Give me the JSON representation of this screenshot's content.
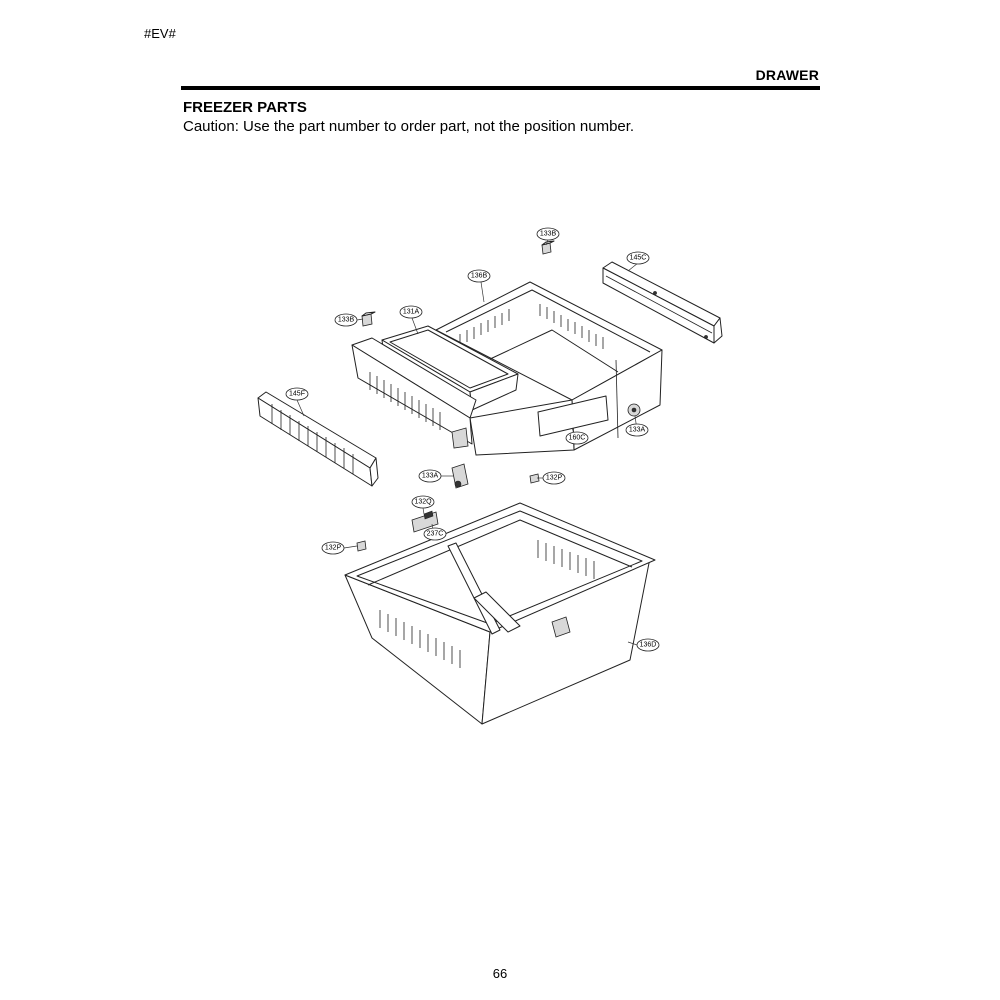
{
  "header": {
    "doc_code": "#EV#",
    "section_title": "DRAWER"
  },
  "content": {
    "heading": "FREEZER PARTS",
    "caution": "Caution: Use the part number to order part, not the position number."
  },
  "diagram": {
    "callouts": [
      {
        "label": "133B"
      },
      {
        "label": "145C"
      },
      {
        "label": "136B"
      },
      {
        "label": "131A"
      },
      {
        "label": "133B"
      },
      {
        "label": "145F"
      },
      {
        "label": "160C"
      },
      {
        "label": "133A"
      },
      {
        "label": "133A"
      },
      {
        "label": "132P"
      },
      {
        "label": "132Q"
      },
      {
        "label": "237C"
      },
      {
        "label": "132P"
      },
      {
        "label": "136D"
      }
    ]
  },
  "footer": {
    "page_number": "66"
  }
}
